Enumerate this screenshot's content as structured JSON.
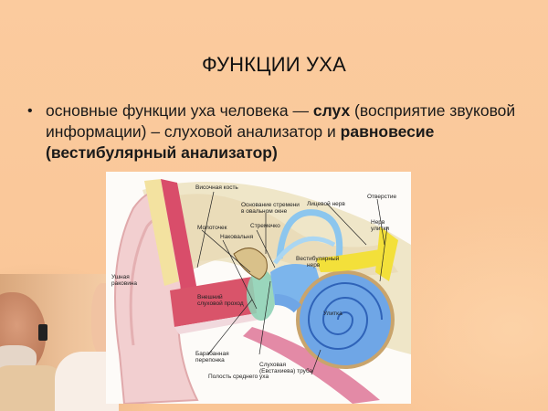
{
  "slide": {
    "title": "ФУНКЦИИ УХА",
    "bullet": {
      "symbol": "•",
      "part1": "основные функции уха человека — ",
      "bold1": "слух",
      "part2": " (восприятие звуковой информации) – слуховой анализатор и ",
      "bold2": "равновесие (вестибулярный анализатор)"
    }
  },
  "diagram": {
    "labels": {
      "temporal_bone": "Височная кость",
      "stapes_base_1": "Основание стремени",
      "stapes_base_2": "в овальном окне",
      "facial_nerve": "Лицевой нерв",
      "opening": "Отверстие",
      "malleus": "Молоточек",
      "stapes": "Стремечко",
      "incus": "Наковальня",
      "cochlear_nerve_1": "Нерв",
      "cochlear_nerve_2": "улитки",
      "vestibular_nerve_1": "Вестибулярный",
      "vestibular_nerve_2": "нерв",
      "auricle_1": "Ушная",
      "auricle_2": "раковина",
      "ext_canal_1": "Внешний",
      "ext_canal_2": "слуховой проход",
      "cochlea": "Улитка",
      "eardrum_1": "Барабанная",
      "eardrum_2": "перепонка",
      "eustachian_1": "Слуховая",
      "eustachian_2": "(Евстахиева) труба",
      "middle_ear": "Полость среднего уха"
    }
  },
  "colors": {
    "background": "#fbc99b",
    "text": "#1a1a1a",
    "cochlea_blue": "#6fa6e6",
    "canal_red": "#d9546a",
    "nerve_yellow": "#f3e03a"
  }
}
